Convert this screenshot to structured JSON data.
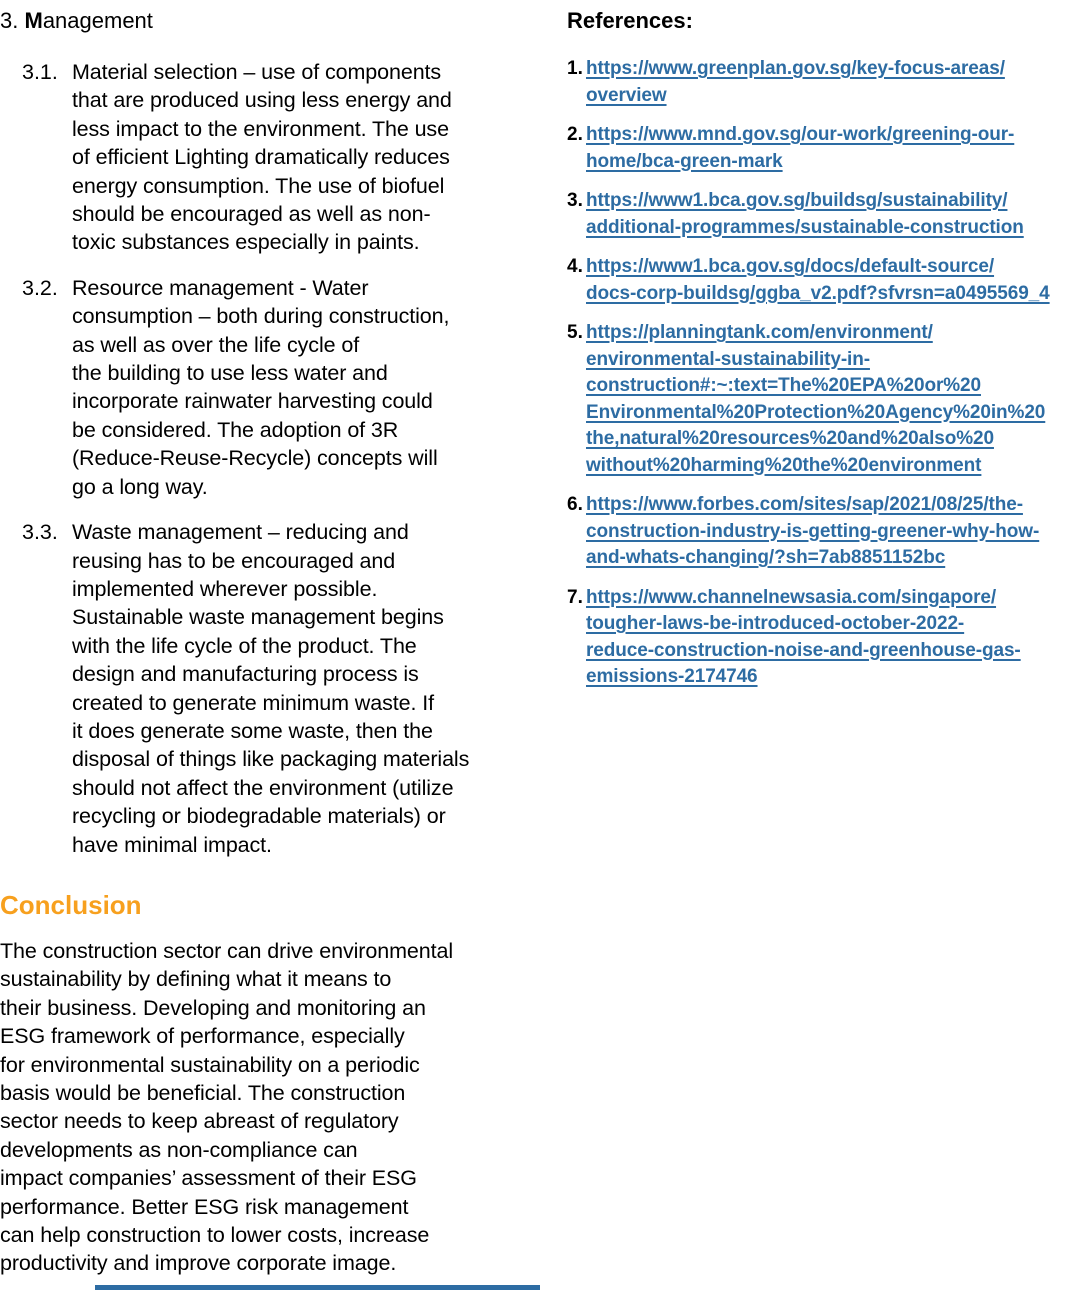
{
  "colors": {
    "link_blue": "#2D6CA3",
    "heading_orange": "#F7A01E",
    "body_text": "#000000",
    "accent_bar": "#2D6CA3"
  },
  "left": {
    "heading": {
      "number": "3.",
      "bold": "M",
      "rest": "anagement"
    },
    "items": [
      {
        "number": "3.1.",
        "text": "Material selection – use of components\nthat are produced using less energy and\nless impact to the environment. The use\nof efficient Lighting dramatically reduces\nenergy consumption. The use of biofuel\nshould be encouraged as well as non-\ntoxic substances especially in paints."
      },
      {
        "number": "3.2.",
        "text": "Resource management - Water\nconsumption – both during construction,\nas well as over the life cycle of\nthe building to use less water and\nincorporate rainwater harvesting could\nbe considered. The adoption of 3R\n(Reduce-Reuse-Recycle) concepts will\ngo a long way."
      },
      {
        "number": "3.3.",
        "text": "Waste management – reducing and\nreusing has to be encouraged and\nimplemented wherever possible.\nSustainable waste management begins\nwith the life cycle of the product. The\ndesign and manufacturing process is\ncreated to generate minimum waste. If\nit does generate some waste, then the\ndisposal of things like packaging materials\nshould not affect the environment (utilize\nrecycling or biodegradable materials) or\nhave minimal impact."
      }
    ],
    "conclusion": {
      "title": "Conclusion",
      "body": "The construction sector can drive environmental\nsustainability by defining what it means to\ntheir business. Developing and monitoring an\nESG framework of performance, especially\nfor environmental sustainability on a periodic\nbasis would be beneficial. The construction\nsector needs to keep abreast of regulatory\ndevelopments as non-compliance can\nimpact companies’ assessment of their ESG\nperformance. Better ESG risk management\ncan help construction to lower costs, increase\nproductivity and improve corporate image."
    }
  },
  "right": {
    "heading": "References:",
    "references": [
      {
        "number": "1.",
        "lines": [
          "https://www.greenplan.gov.sg/key-focus-areas/",
          "overview"
        ]
      },
      {
        "number": "2.",
        "lines": [
          "https://www.mnd.gov.sg/our-work/greening-our-",
          "home/bca-green-mark"
        ]
      },
      {
        "number": "3.",
        "lines": [
          "https://www1.bca.gov.sg/buildsg/sustainability/",
          "additional-programmes/sustainable-construction"
        ]
      },
      {
        "number": "4.",
        "lines": [
          "https://www1.bca.gov.sg/docs/default-source/",
          "docs-corp-buildsg/ggba_v2.pdf?sfvrsn=a0495569_4"
        ]
      },
      {
        "number": "5.",
        "lines": [
          "https://planningtank.com/environment/",
          "environmental-sustainability-in-",
          "construction#:~:text=The%20EPA%20or%20",
          "Environmental%20Protection%20Agency%20in%20",
          "the,natural%20resources%20and%20also%20",
          "without%20harming%20the%20environment"
        ]
      },
      {
        "number": "6.",
        "lines": [
          "https://www.forbes.com/sites/sap/2021/08/25/the-",
          "construction-industry-is-getting-greener-why-how-",
          "and-whats-changing/?sh=7ab8851152bc"
        ]
      },
      {
        "number": "7.",
        "lines": [
          "https://www.channelnewsasia.com/singapore/",
          "tougher-laws-be-introduced-october-2022-",
          "reduce-construction-noise-and-greenhouse-gas-",
          "emissions-2174746"
        ]
      }
    ]
  }
}
